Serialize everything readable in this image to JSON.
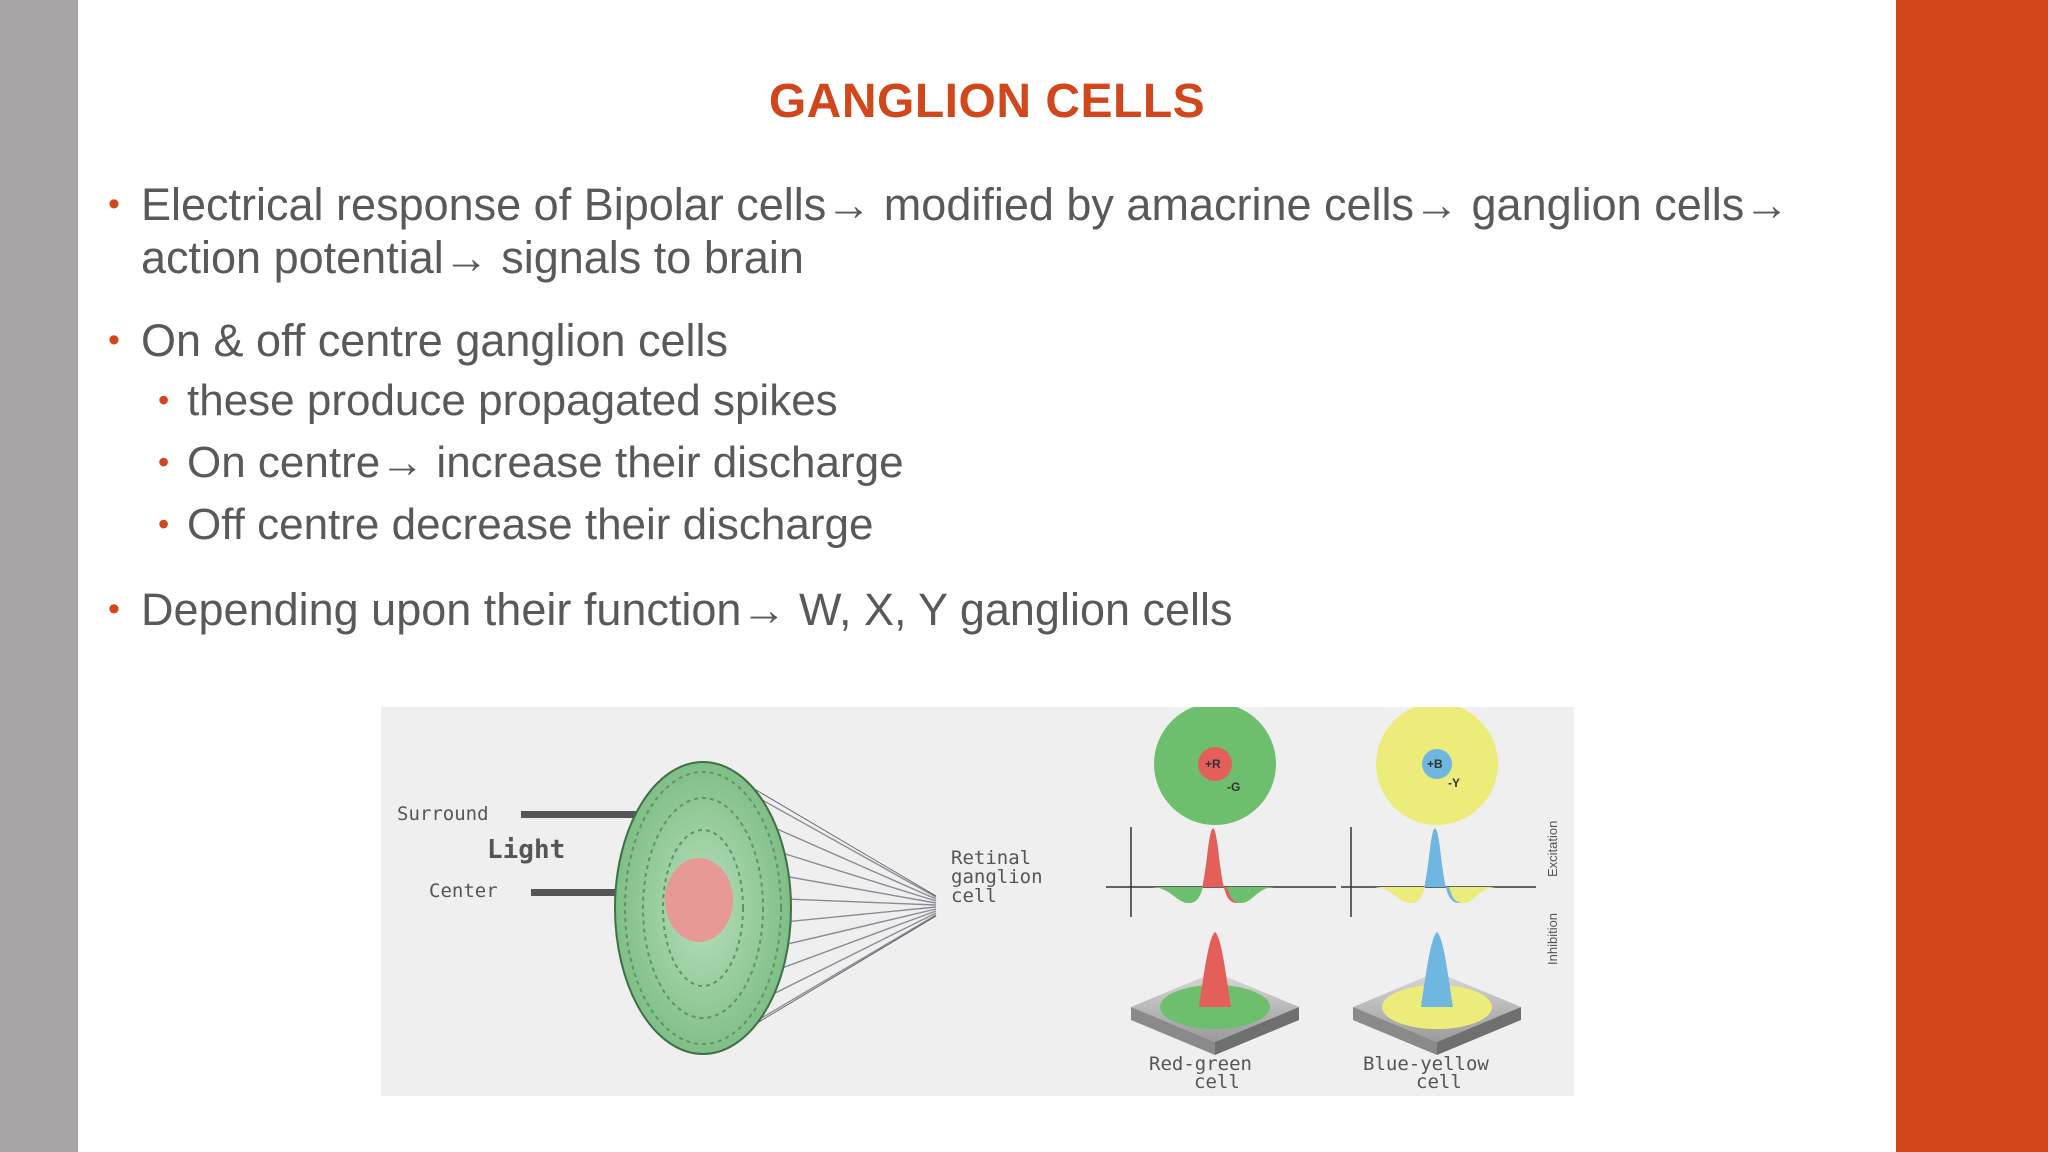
{
  "slide": {
    "title": "GANGLION CELLS",
    "bullets": [
      {
        "line1": "Electrical response of Bipolar cells→ modified by amacrine cells→ ganglion cells→",
        "line2": "action potential→ signals to brain"
      },
      {
        "text": "On & off centre ganglion cells"
      },
      {
        "text": "these produce propagated spikes"
      },
      {
        "text": "On centre→ increase their discharge"
      },
      {
        "text": "Off centre decrease their discharge"
      },
      {
        "text": "Depending upon their function→ W, X, Y ganglion cells"
      }
    ],
    "bullet_glyph": "•",
    "colors": {
      "accent": "#d2461b",
      "text": "#595959",
      "sidebar": "#a8a4a5"
    }
  },
  "figure": {
    "labels": {
      "surround": "Surround",
      "light": "Light",
      "center": "Center",
      "retinal1": "Retinal",
      "retinal2": "ganglion",
      "retinal3": "cell",
      "plus_r": "+R",
      "minus_g": "-G",
      "plus_b": "+B",
      "minus_y": "-Y",
      "excitation": "Excitation",
      "inhibition": "Inhibition",
      "rg1": "Red-green",
      "rg2": "cell",
      "by1": "Blue-yellow",
      "by2": "cell"
    }
  }
}
